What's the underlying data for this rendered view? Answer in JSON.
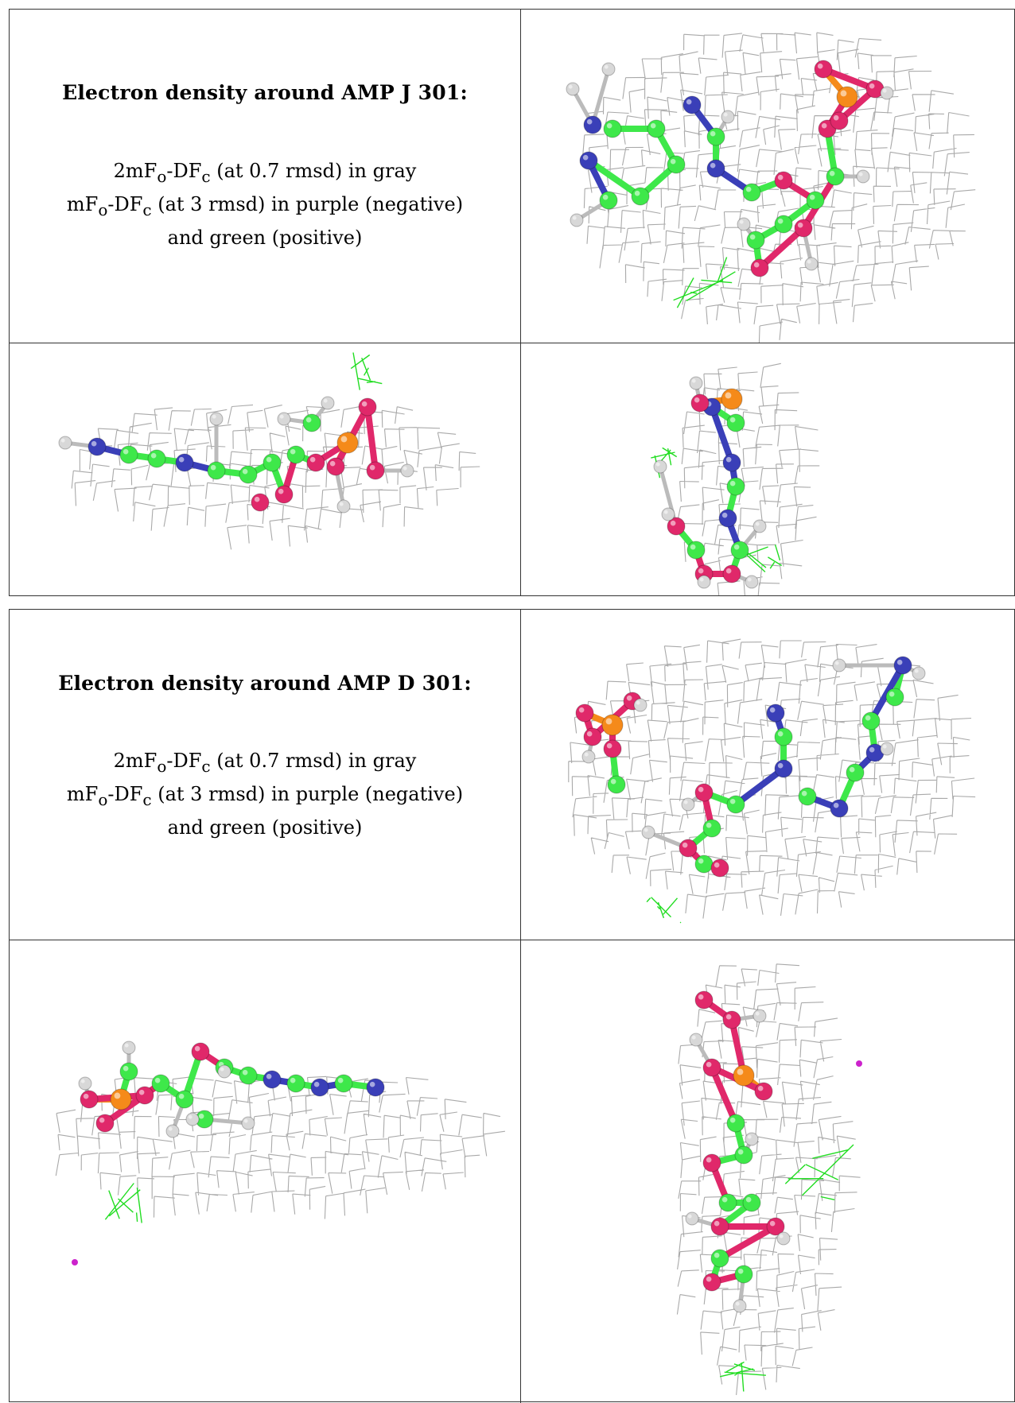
{
  "panels": [
    {
      "title": "Electron density around AMP J 301:",
      "legend": [
        {
          "pre": "2mF",
          "sub1": "o",
          "mid": "-DF",
          "sub2": "c",
          "post": " (at 0.7 rmsd) in gray"
        },
        {
          "pre": "mF",
          "sub1": "o",
          "mid": "-DF",
          "sub2": "c",
          "post": " (at 3 rmsd) in purple (negative)"
        },
        {
          "pre": "",
          "sub1": "",
          "mid": "",
          "sub2": "",
          "post": "and green (positive)"
        }
      ]
    },
    {
      "title": "Electron density around AMP D 301:",
      "legend": [
        {
          "pre": "2mF",
          "sub1": "o",
          "mid": "-DF",
          "sub2": "c",
          "post": " (at 0.7 rmsd) in gray"
        },
        {
          "pre": "mF",
          "sub1": "o",
          "mid": "-DF",
          "sub2": "c",
          "post": " (at 3 rmsd) in purple (negative)"
        },
        {
          "pre": "",
          "sub1": "",
          "mid": "",
          "sub2": "",
          "post": "and green (positive)"
        }
      ]
    }
  ],
  "colors": {
    "carbon": "#3ee84a",
    "nitrogen": "#3a3fb8",
    "oxygen": "#e0286a",
    "phosphorus": "#f58a1a",
    "hydrogen": "#d8d8d8",
    "density_2fofc": "#9a9a9a",
    "density_positive": "#22dd22",
    "density_negative": "#cc22cc"
  }
}
